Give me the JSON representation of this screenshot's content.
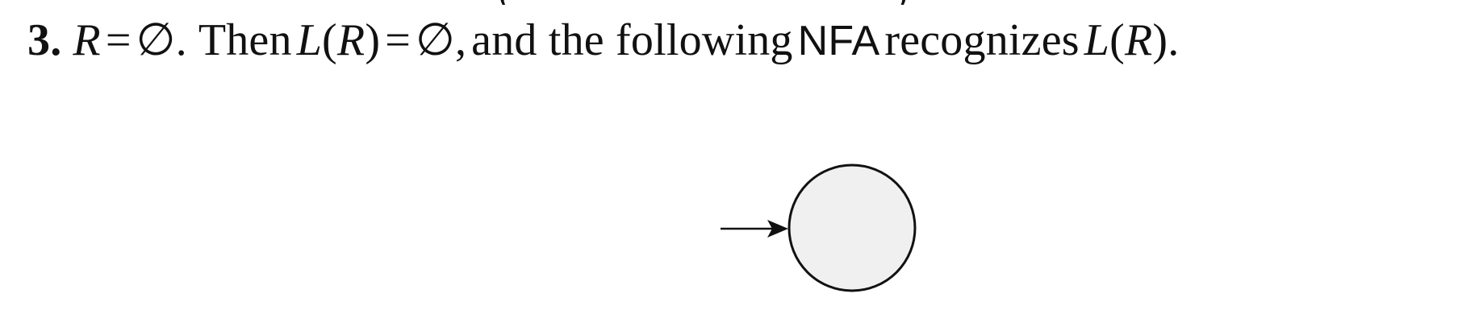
{
  "paragraph": {
    "number": "3.",
    "R": "R",
    "eq": "=",
    "empty": "∅",
    "period": ".",
    "then": "Then",
    "L": "L",
    "lparen": "(",
    "rparen": ")",
    "comma": ",",
    "and_the_following": "and the following",
    "nfa": "NFA",
    "recognizes": "recognizes",
    "end_period": "."
  },
  "diagram": {
    "fill": "#f0f0f0",
    "stroke": "#111111"
  }
}
